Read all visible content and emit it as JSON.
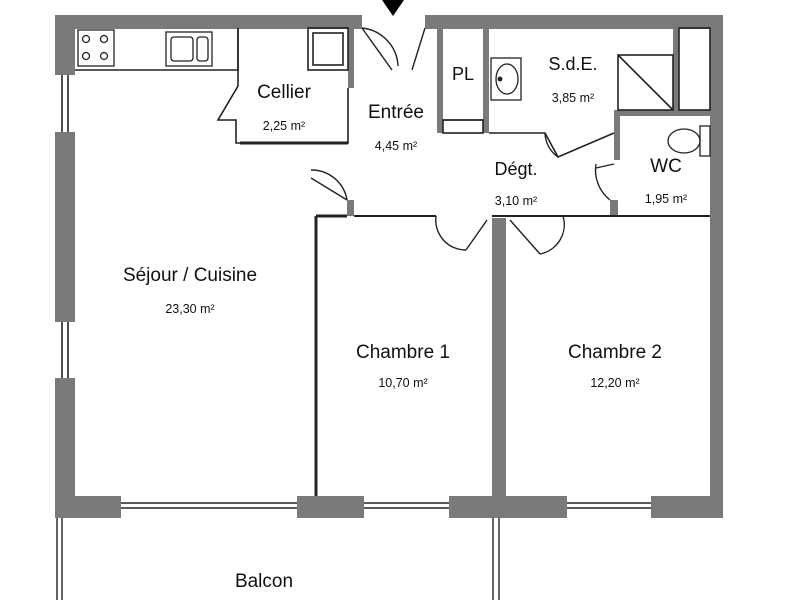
{
  "rooms": {
    "sejour": {
      "name": "Séjour / Cuisine",
      "area": "23,30 m²"
    },
    "cellier": {
      "name": "Cellier",
      "area": "2,25 m²"
    },
    "entree": {
      "name": "Entrée",
      "area": "4,45 m²"
    },
    "pl": {
      "name": "PL"
    },
    "sde": {
      "name": "S.d.E.",
      "area": "3,85 m²"
    },
    "degt": {
      "name": "Dégt.",
      "area": "3,10 m²"
    },
    "wc": {
      "name": "WC",
      "area": "1,95 m²"
    },
    "chambre1": {
      "name": "Chambre 1",
      "area": "10,70 m²"
    },
    "chambre2": {
      "name": "Chambre 2",
      "area": "12,20 m²"
    },
    "balcon": {
      "name": "Balcon"
    }
  },
  "colors": {
    "wall": "#7a7a7a",
    "line": "#222222",
    "background": "#ffffff"
  },
  "icons": [
    "entrance-arrow-icon",
    "hob-icon",
    "sink-icon",
    "washbasin-icon",
    "shower-icon",
    "toilet-icon"
  ]
}
